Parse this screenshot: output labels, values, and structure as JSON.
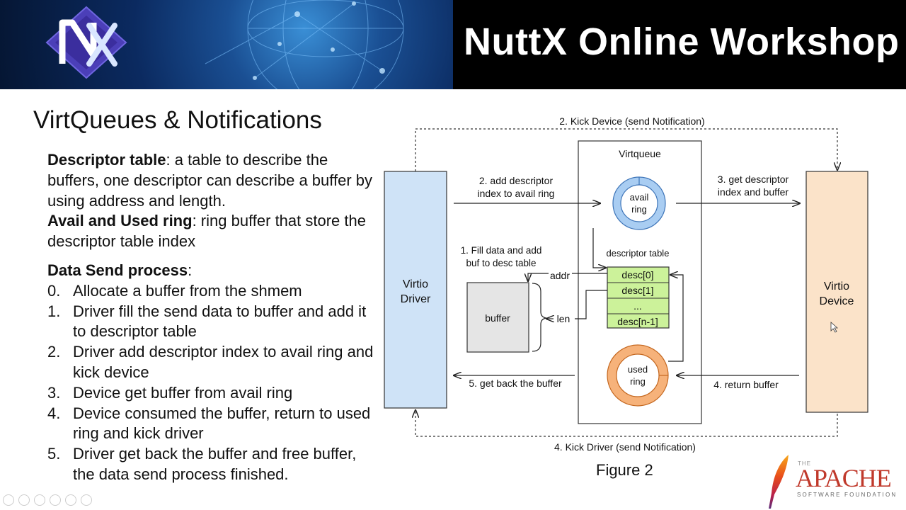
{
  "header": {
    "title": "NuttX Online Workshop",
    "logo_icon": "nuttx-logo-icon"
  },
  "slide": {
    "title": "VirtQueues & Notifications"
  },
  "content": {
    "desc_term": "Descriptor table",
    "desc_text": ": a table to describe the buffers, one descriptor can describe a buffer by using address and length.",
    "ring_term": "Avail and Used ring",
    "ring_text": ": ring buffer that store the descriptor table index",
    "process_term": "Data Send process",
    "process_colon": ":",
    "steps": [
      {
        "num": "0.",
        "text": "Allocate a buffer from the shmem"
      },
      {
        "num": "1.",
        "text": "Driver fill the send data to buffer and add it to descriptor table"
      },
      {
        "num": "2.",
        "text": "Driver add descriptor index to avail ring and kick device"
      },
      {
        "num": "3.",
        "text": "Device get buffer from avail ring"
      },
      {
        "num": "4.",
        "text": "Device consumed the buffer, return to used ring and kick driver"
      },
      {
        "num": "5.",
        "text": "Driver get back the buffer and free buffer, the data send process finished."
      }
    ]
  },
  "diagram": {
    "kick_device": "2. Kick Device (send Notification)",
    "kick_driver": "4. Kick Driver (send Notification)",
    "virtqueue": "Virtqueue",
    "driver_line1": "Virtio",
    "driver_line2": "Driver",
    "device_line1": "Virtio",
    "device_line2": "Device",
    "add_desc_line1": "2. add descriptor",
    "add_desc_line2": "index to avail ring",
    "get_desc_line1": "3. get descriptor",
    "get_desc_line2": "index and buffer",
    "avail_line1": "avail",
    "avail_line2": "ring",
    "used_line1": "used",
    "used_line2": "ring",
    "fill_line1": "1. Fill data and  add",
    "fill_line2": "buf to desc table",
    "desc_table_label": "descriptor table",
    "addr": "addr",
    "len": "len",
    "buffer": "buffer",
    "desc": [
      "desc[0]",
      "desc[1]",
      "...",
      "desc[n-1]"
    ],
    "get_back": "5. get back the buffer",
    "return_buffer": "4. return buffer",
    "colors": {
      "driver": "#cfe3f7",
      "device": "#fbe3c9",
      "desc": "#ccf29a",
      "ring_blue": "#a9cdf2",
      "ring_orange": "#f6b27a",
      "buffer": "#e5e5e5"
    }
  },
  "figure_caption": "Figure 2",
  "footer": {
    "apache_the": "THE",
    "apache_word": "APACHE",
    "apache_sub": "SOFTWARE FOUNDATION"
  }
}
